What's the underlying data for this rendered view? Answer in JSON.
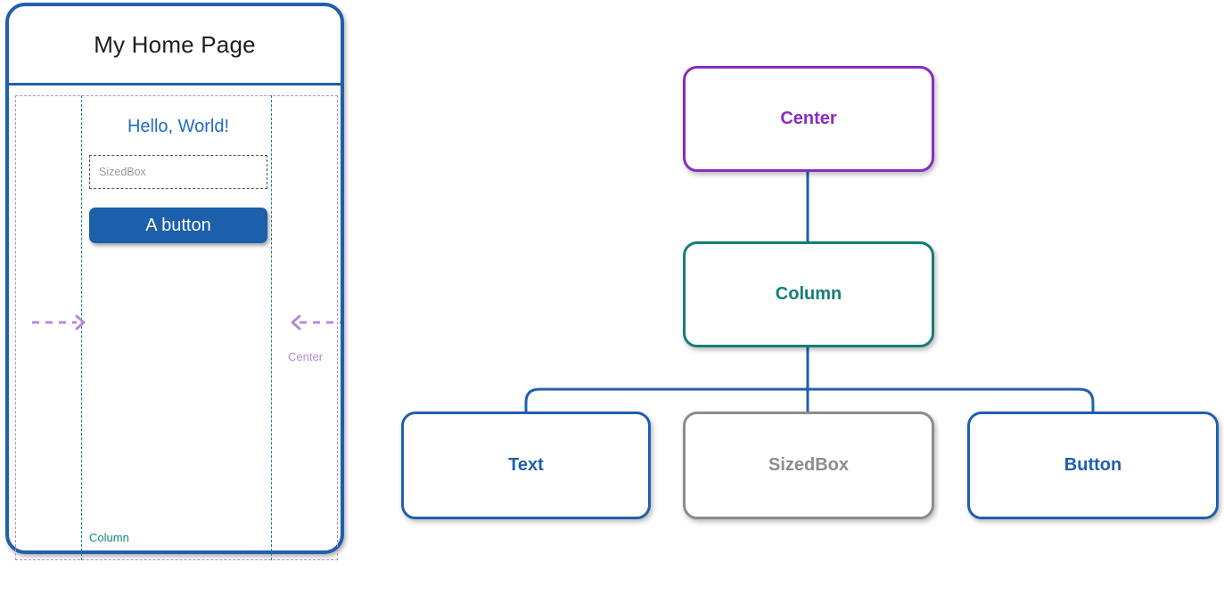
{
  "phone": {
    "app_bar_title": "My Home Page",
    "widgets": {
      "text_label": "Hello, World!",
      "sizedbox_label": "SizedBox",
      "button_label": "A button"
    },
    "annotations": {
      "column_label": "Column",
      "center_label": "Center",
      "arrow_left_icon": "dashed-arrow-right-icon",
      "arrow_right_icon": "dashed-arrow-left-icon"
    }
  },
  "tree": {
    "nodes": [
      {
        "id": "center",
        "label": "Center",
        "color": "#8A2BC4"
      },
      {
        "id": "column",
        "label": "Column",
        "color": "#137F72"
      },
      {
        "id": "text",
        "label": "Text",
        "color": "#1F5FAE"
      },
      {
        "id": "sizedbox",
        "label": "SizedBox",
        "color": "#8c8c8c"
      },
      {
        "id": "button",
        "label": "Button",
        "color": "#1F5FAE"
      }
    ],
    "edges": [
      {
        "from": "above",
        "to": "center"
      },
      {
        "from": "center",
        "to": "column"
      },
      {
        "from": "column",
        "to": "text"
      },
      {
        "from": "column",
        "to": "sizedbox"
      },
      {
        "from": "column",
        "to": "button"
      },
      {
        "from": "button",
        "to": "below"
      }
    ],
    "edge_color": "#1F5FAE"
  },
  "colors": {
    "frame": "#1F5FAE",
    "center_dashed": "#B48BD6",
    "column_dashed": "#17857B",
    "text_blue": "#1F6BC4",
    "button_blue": "#1C5FAB",
    "sizedbox_gray": "#9a9a9a"
  }
}
